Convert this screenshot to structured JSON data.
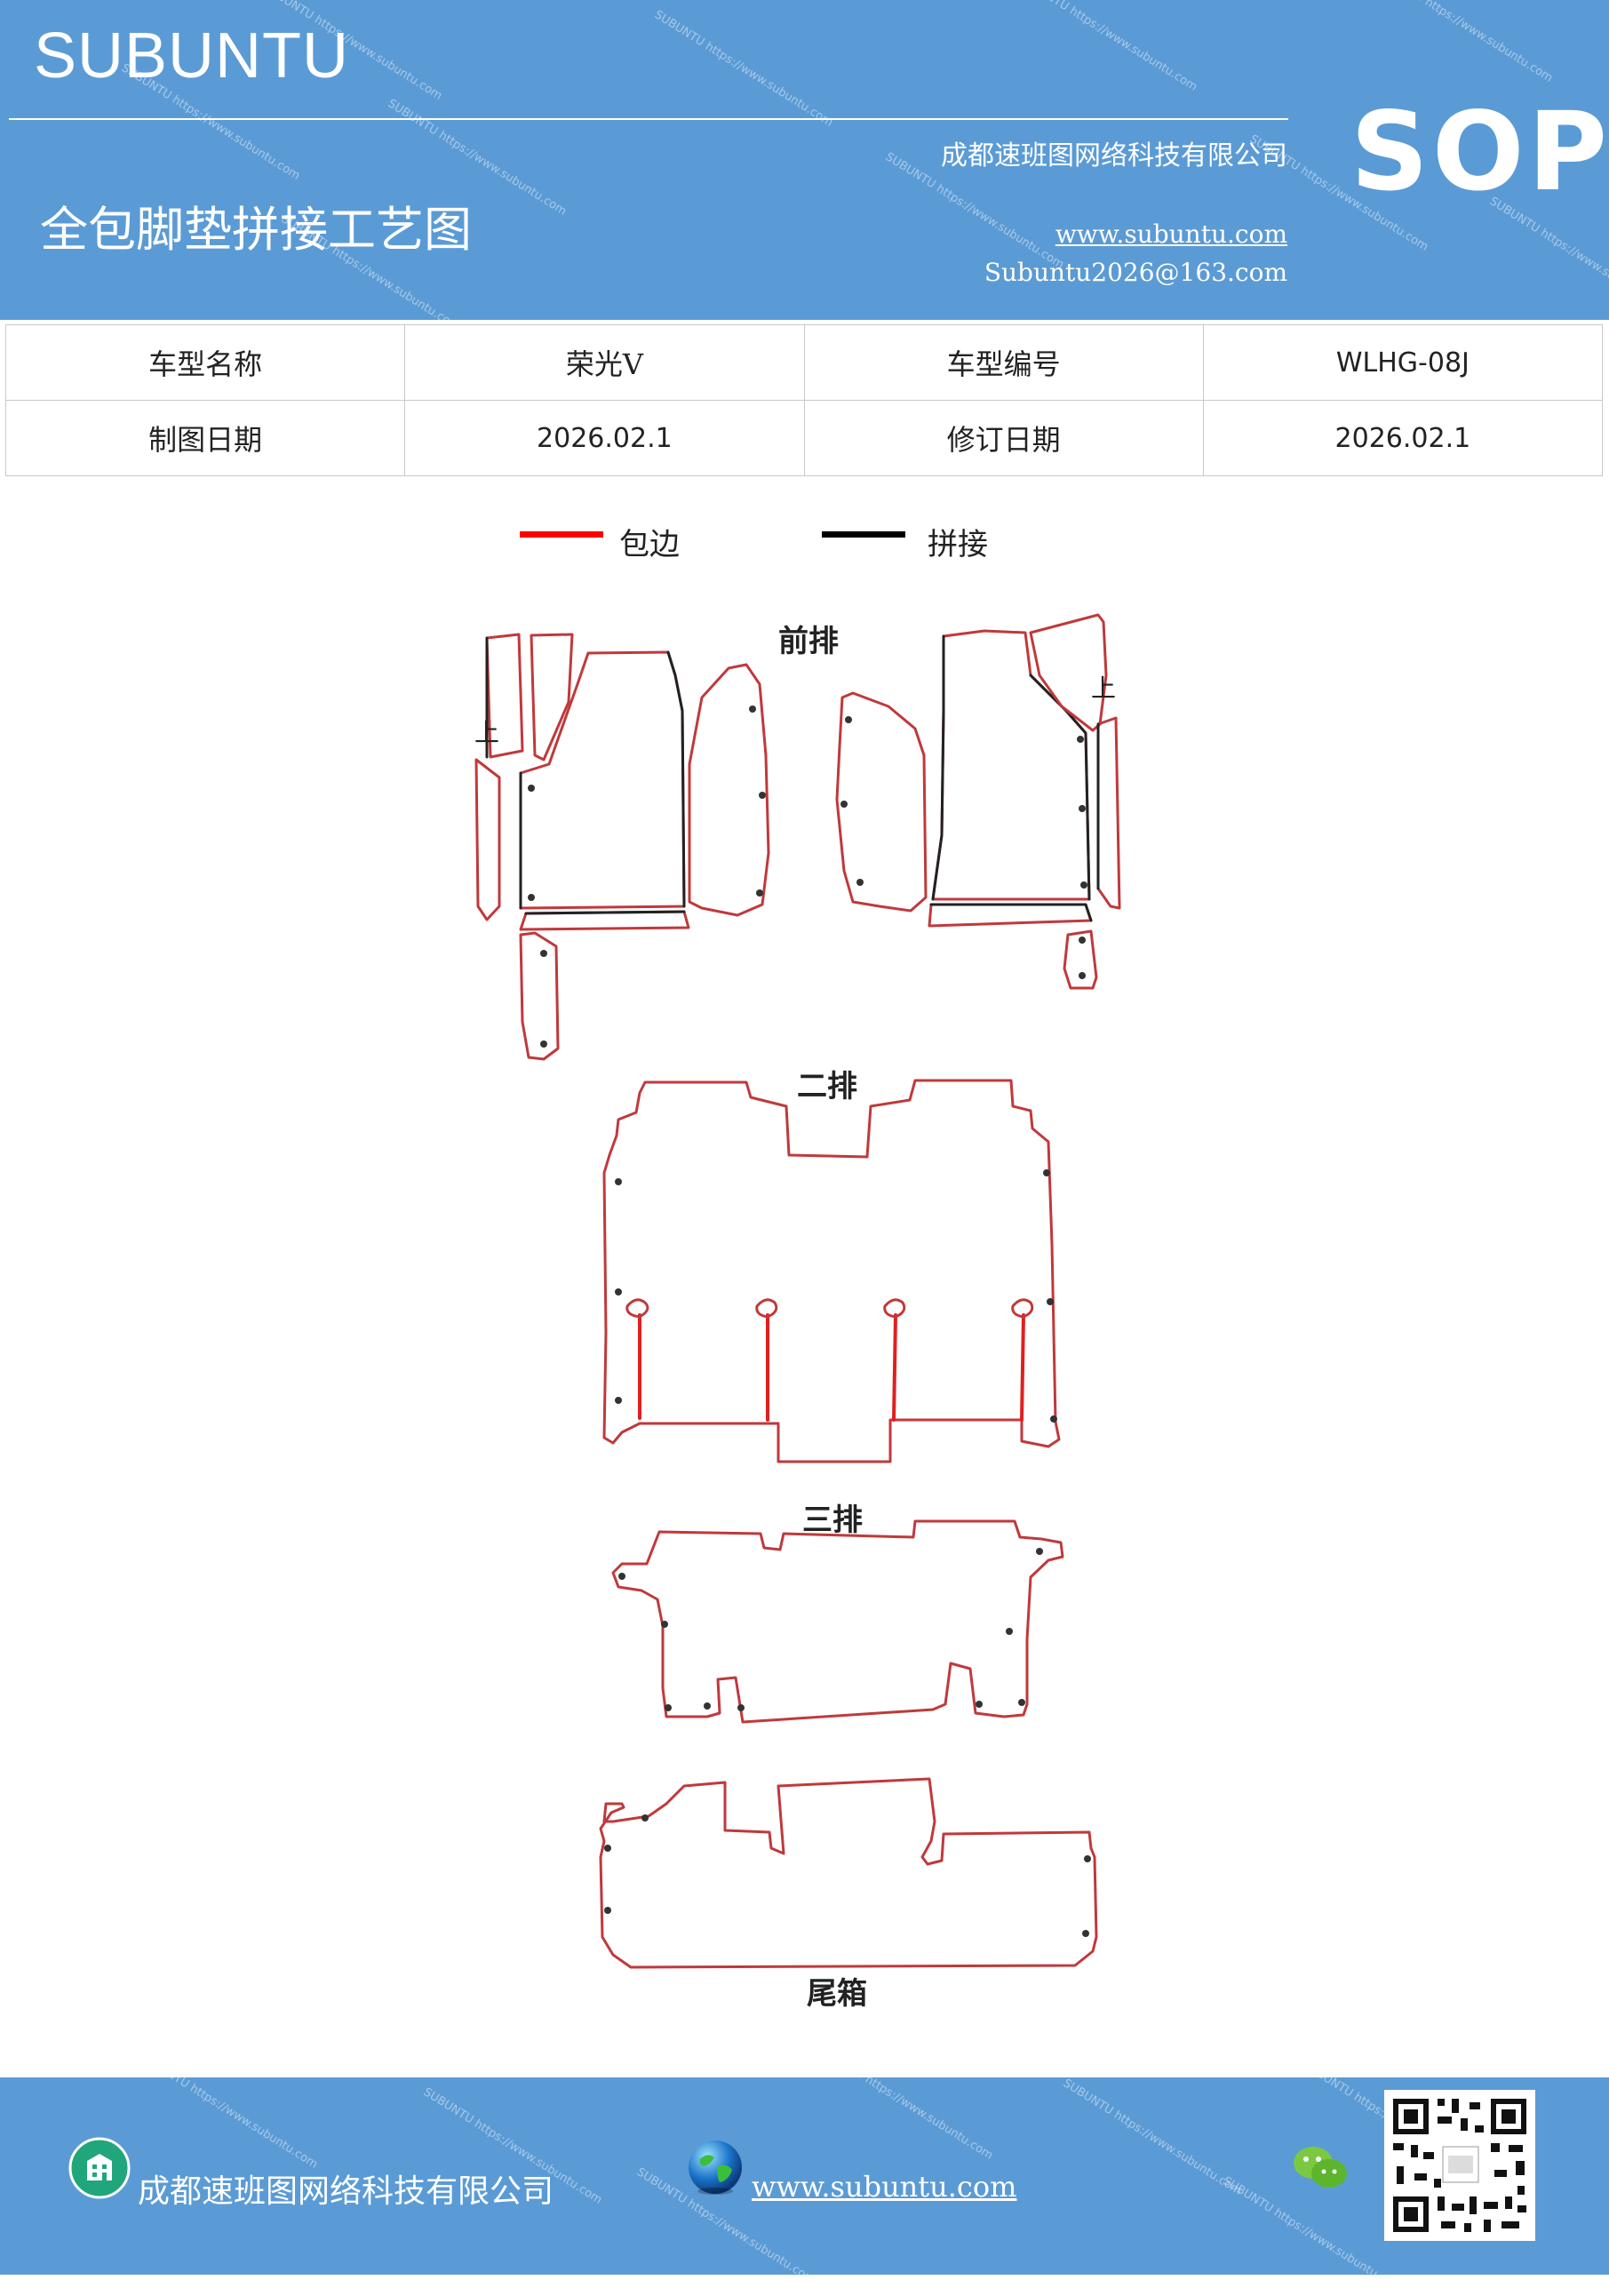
{
  "header": {
    "brand": "SUBUNTU",
    "badge": "SOP",
    "company": "成都速班图网络科技有限公司",
    "title": "全包脚垫拼接工艺图",
    "website": "www.subuntu.com",
    "email": "Subuntu2026@163.com",
    "color": "#5b9bd5"
  },
  "info_table": {
    "rows": [
      {
        "label1": "车型名称",
        "value1": "荣光Ⅴ",
        "label2": "车型编号",
        "value2": "WLHG-08J"
      },
      {
        "label1": "制图日期",
        "value1": "2026.02.1",
        "label2": "修订日期",
        "value2": "2026.02.1"
      }
    ]
  },
  "legend": {
    "items": [
      {
        "label": "包边",
        "color": "#ff0000"
      },
      {
        "label": "拼接",
        "color": "#000000"
      }
    ]
  },
  "diagram": {
    "sections": {
      "front": "前排",
      "second": "二排",
      "third": "三排",
      "trunk": "尾箱"
    },
    "up_mark": "上",
    "edge_color": "#c0393b",
    "seam_color": "#222222",
    "strap_color": "#e02020"
  },
  "footer": {
    "company": "成都速班图网络科技有限公司",
    "website": "www.subuntu.com",
    "icons": [
      "building-icon",
      "globe-icon",
      "wechat-icon",
      "qr-code"
    ]
  }
}
